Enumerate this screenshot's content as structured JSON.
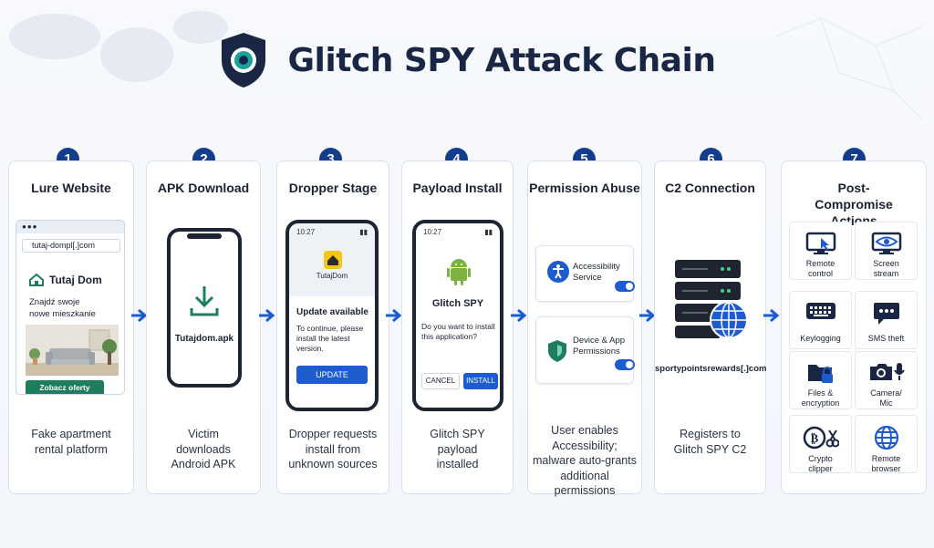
{
  "page": {
    "title": "Glitch SPY Attack Chain"
  },
  "steps": [
    {
      "number": "1",
      "title": "Lure Website",
      "desc": "Fake apartment rental platform"
    },
    {
      "number": "2",
      "title": "APK Download",
      "desc": "Victim downloads Android APK"
    },
    {
      "number": "3",
      "title": "Dropper Stage",
      "desc": "Dropper requests install from unknown sources"
    },
    {
      "number": "4",
      "title": "Payload Install",
      "desc": "Glitch SPY payload installed"
    },
    {
      "number": "5",
      "title": "Permission Abuse",
      "desc": "User enables Accessibility; malware auto-grants additional permissions"
    },
    {
      "number": "6",
      "title": "C2 Connection",
      "desc": "Registers to Glitch SPY C2"
    },
    {
      "number": "7",
      "title": "Post-Compromise Actions",
      "desc": ""
    }
  ],
  "lure": {
    "url": "tutaj-dompl[.]com",
    "brand": "Tutaj Dom",
    "tagline_1": "Znajdź swoje",
    "tagline_2": "nowe mieszkanie",
    "cta": "Zobacz oferty"
  },
  "apk": {
    "filename": "Tutajdom.apk"
  },
  "dropper": {
    "time": "10:27",
    "app_name": "TutajDom",
    "dialog_title": "Update available",
    "dialog_body": "To continue, please install the latest version.",
    "button": "UPDATE"
  },
  "payload": {
    "time": "10:27",
    "app_name": "Glitch SPY",
    "question": "Do you want to install this application?",
    "cancel": "CANCEL",
    "install": "INSTALL"
  },
  "permissions": [
    {
      "label_1": "Accessibility",
      "label_2": "Service",
      "icon": "accessibility-icon",
      "enabled": true
    },
    {
      "label_1": "Device & App",
      "label_2": "Permissions",
      "icon": "shield-icon",
      "enabled": true
    }
  ],
  "c2": {
    "domain": "sportypointsrewards[.]com"
  },
  "actions": [
    {
      "label_1": "Remote",
      "label_2": "control",
      "icon": "remote-control-icon"
    },
    {
      "label_1": "Screen",
      "label_2": "stream",
      "icon": "eye-icon"
    },
    {
      "label_1": "Keylogging",
      "label_2": "",
      "icon": "keyboard-icon"
    },
    {
      "label_1": "SMS theft",
      "label_2": "",
      "icon": "chat-icon"
    },
    {
      "label_1": "Files &",
      "label_2": "encryption",
      "icon": "folder-lock-icon"
    },
    {
      "label_1": "Camera/",
      "label_2": "Mic",
      "icon": "camera-mic-icon"
    },
    {
      "label_1": "Crypto",
      "label_2": "clipper",
      "icon": "bitcoin-clipper-icon"
    },
    {
      "label_1": "Remote",
      "label_2": "browser",
      "icon": "globe-icon"
    }
  ],
  "colors": {
    "navy": "#133d8c",
    "brand_blue": "#1c5bd0",
    "green": "#1e7d5a",
    "dark": "#1a2744"
  }
}
